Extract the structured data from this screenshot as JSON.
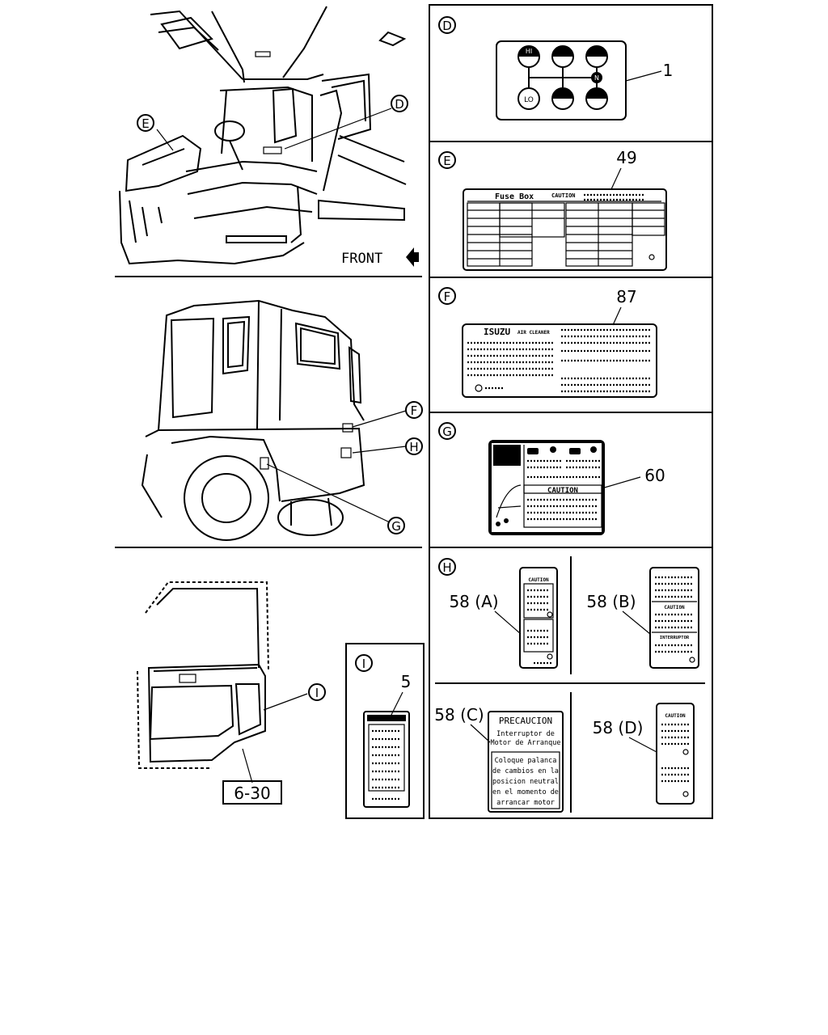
{
  "scene_main": {
    "front_label": "FRONT",
    "callout_d": "D",
    "callout_e": "E"
  },
  "scene_side": {
    "callout_f": "F",
    "callout_h": "H",
    "callout_g": "G"
  },
  "scene_door": {
    "callout_i": "I",
    "page_ref": "6-30"
  },
  "panel_d": {
    "letter": "D",
    "part": "1",
    "knob_hi": "HI",
    "knob_n": "N",
    "knob_lo": "LO"
  },
  "panel_e": {
    "letter": "E",
    "part": "49",
    "label_title": "Fuse Box",
    "label_caution": "CAUTION"
  },
  "panel_f": {
    "letter": "F",
    "part": "87",
    "label_brand": "ISUZU",
    "label_sub": "AIR CLEANER"
  },
  "panel_g": {
    "letter": "G",
    "part": "60",
    "label_caution": "CAUTION"
  },
  "panel_h": {
    "letter": "H",
    "a": {
      "part": "58 (A)",
      "label_caution": "CAUTION"
    },
    "b": {
      "part": "58 (B)",
      "label_caution": "CAUTION",
      "label_interruptor": "INTERRUPTOR"
    },
    "c": {
      "part": "58 (C)",
      "title": "PRECAUCION",
      "line1": "Interruptor de",
      "line2": "Motor de Arranque",
      "body1": "Coloque palanca",
      "body2": "de cambios en la",
      "body3": "posicion neutral",
      "body4": "en el momento de",
      "body5": "arrancar motor"
    },
    "d": {
      "part": "58 (D)",
      "label_caution": "CAUTION"
    }
  },
  "panel_i": {
    "letter": "I",
    "part": "5"
  }
}
